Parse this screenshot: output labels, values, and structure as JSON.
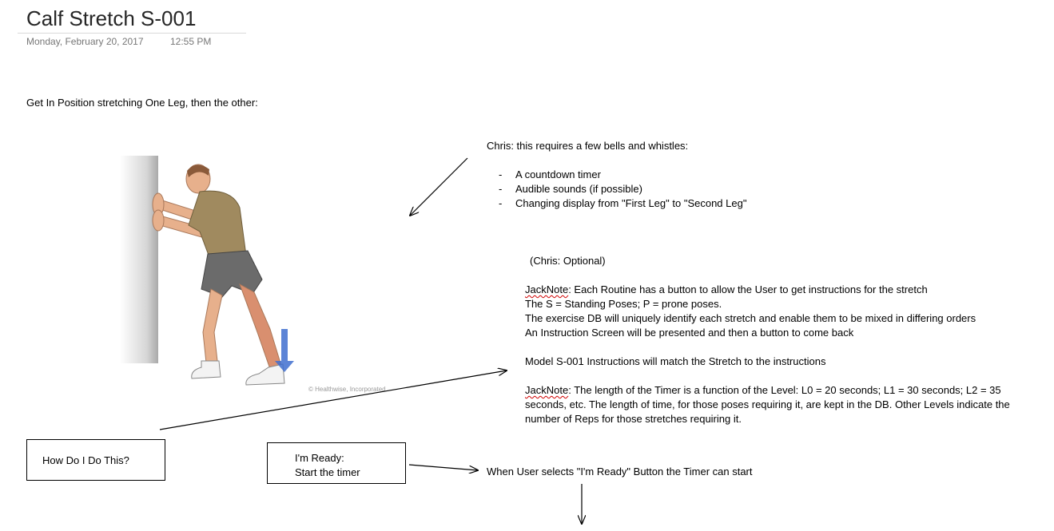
{
  "page": {
    "title": "Calf Stretch S-001",
    "date": "Monday, February 20, 2017",
    "time": "12:55 PM"
  },
  "intro": "Get In Position stretching One Leg, then the other:",
  "illustration": {
    "icon": "calf-stretch-illustration",
    "credit": "© Healthwise, Incorporated"
  },
  "chris_note": {
    "heading": "Chris:  this requires a few bells and whistles:",
    "items": [
      "A countdown timer",
      "Audible sounds (if possible)",
      "Changing display from \"First Leg\" to \"Second Leg\""
    ],
    "bullet": "-"
  },
  "optional_note": "(Chris:  Optional)",
  "jacknote1": {
    "tag": "JackNote",
    "line1_rest": ":  Each Routine has a button to allow the User to get instructions  for the stretch",
    "line2": "The S = Standing Poses;  P = prone poses.",
    "line3": "The exercise DB will uniquely identify each stretch and enable them to be mixed in differing orders",
    "line4": "An Instruction Screen will be presented and then a button to come back"
  },
  "model_note": "Model S-001 Instructions will match the Stretch to the instructions",
  "jacknote2": {
    "tag": "JackNote",
    "rest": ":  The length of the Timer is a  function of the Level:  L0 = 20 seconds;  L1 = 30 seconds; L2 = 35 seconds, etc.  The length of time, for those poses requiring it, are kept in the DB.  Other Levels indicate the number of Reps for those stretches requiring it."
  },
  "buttons": {
    "how_to": "How Do  I Do This?",
    "ready_line1": "I'm Ready:",
    "ready_line2": "Start the timer"
  },
  "timer_note": "When User selects \"I'm Ready\" Button the Timer can start",
  "colors": {
    "title": "#262626",
    "meta": "#777777",
    "shirt": "#a08a5f",
    "shorts": "#6b6b6b",
    "skin": "#e7b08c",
    "arrow_blue": "#3f6fcf",
    "wall": "#bdbdbd"
  }
}
